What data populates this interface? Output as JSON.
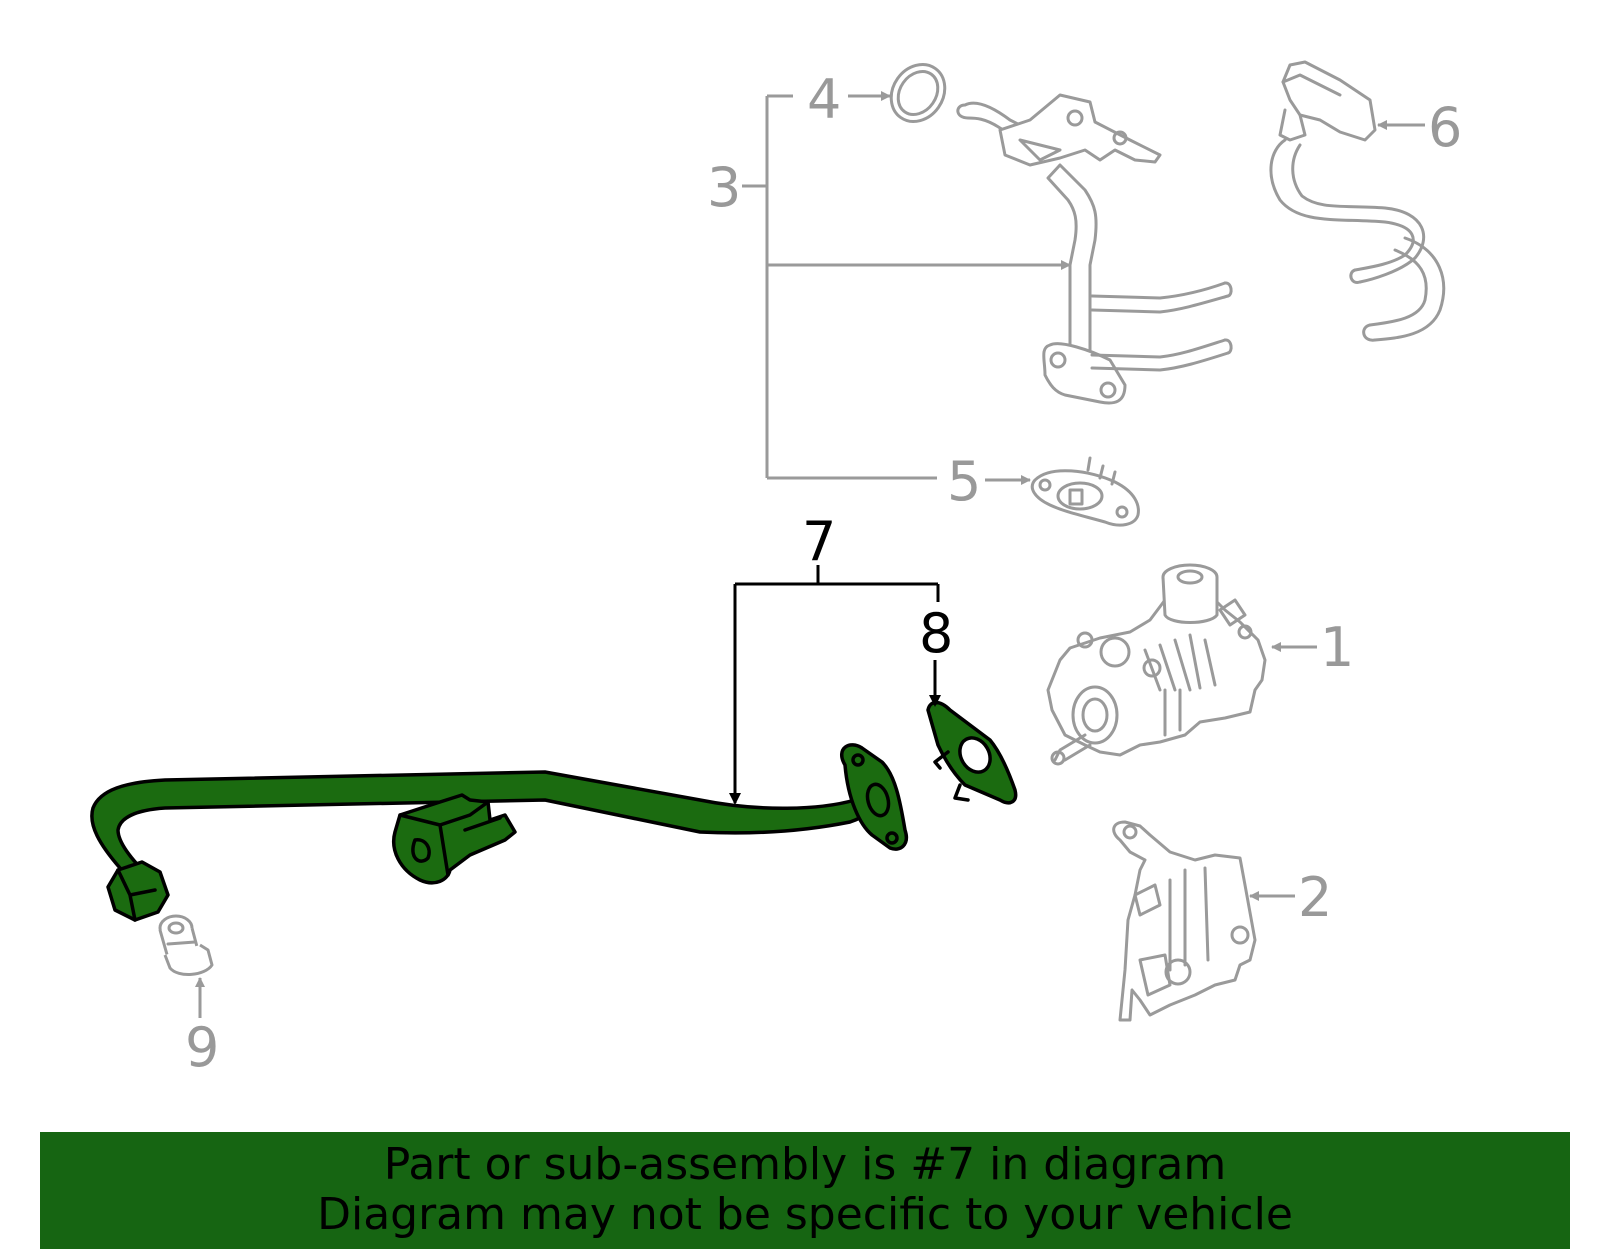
{
  "callouts": {
    "c1": "1",
    "c2": "2",
    "c3": "3",
    "c4": "4",
    "c5": "5",
    "c6": "6",
    "c7": "7",
    "c8": "8",
    "c9": "9"
  },
  "banner": {
    "line1": "Part or sub-assembly is #7 in diagram",
    "line2": "Diagram may not be specific to your vehicle"
  },
  "colors": {
    "highlight": "#1b6b10",
    "banner": "#166512",
    "part_outline": "#9a9a9a",
    "callout_grey": "#999999"
  },
  "highlighted_part": "7"
}
